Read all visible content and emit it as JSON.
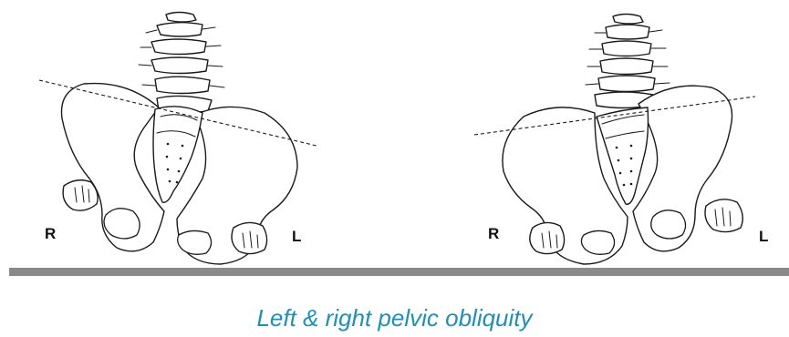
{
  "figure": {
    "left_pelvis": {
      "right_label": "R",
      "left_label": "L"
    },
    "right_pelvis": {
      "right_label": "R",
      "left_label": "L"
    },
    "caption": "Left & right pelvic obliquity",
    "colors": {
      "caption": "#1e8fb5",
      "floor": "#8a8a8a",
      "line_art": "#1a1a1a"
    }
  }
}
